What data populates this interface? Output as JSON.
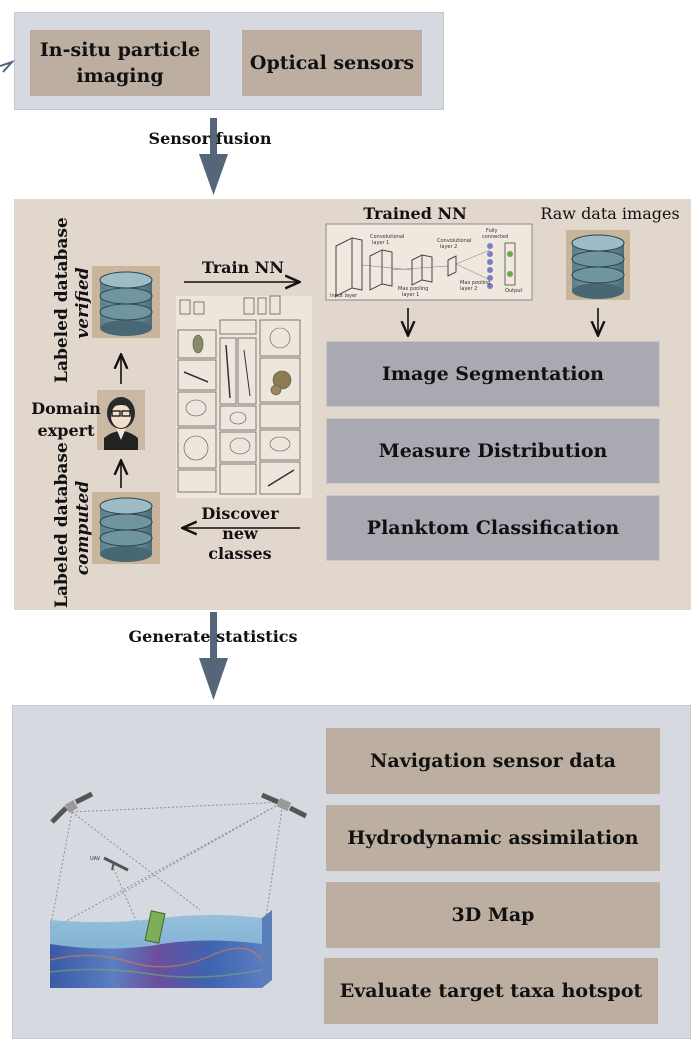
{
  "top": {
    "box1": "In-situ particle imaging",
    "box2": "Optical sensors"
  },
  "arrows": {
    "sensor_fusion": "Sensor fusion",
    "generate_statistics": "Generate statistics"
  },
  "middle": {
    "trained_nn": "Trained NN",
    "raw_images": "Raw data images",
    "train_nn": "Train NN",
    "discover": "Discover new classes",
    "labeled_verified_1": "Labeled database",
    "labeled_verified_2": "verified",
    "labeled_computed_1": "Labeled database",
    "labeled_computed_2": "computed",
    "domain_expert": "Domain expert",
    "steps": [
      "Image Segmentation",
      "Measure Distribution",
      "Planktom Classification"
    ]
  },
  "bottom": {
    "steps": [
      "Navigation sensor data",
      "Hydrodynamic assimilation",
      "3D Map",
      "Evaluate target taxa hotspot"
    ]
  },
  "colors": {
    "panel_blue": "#d6d9e0",
    "panel_tan": "#e1d7cc",
    "tan_box": "#bcaea0",
    "grey_box": "#a9a9b1",
    "arrow": "#55657a"
  }
}
